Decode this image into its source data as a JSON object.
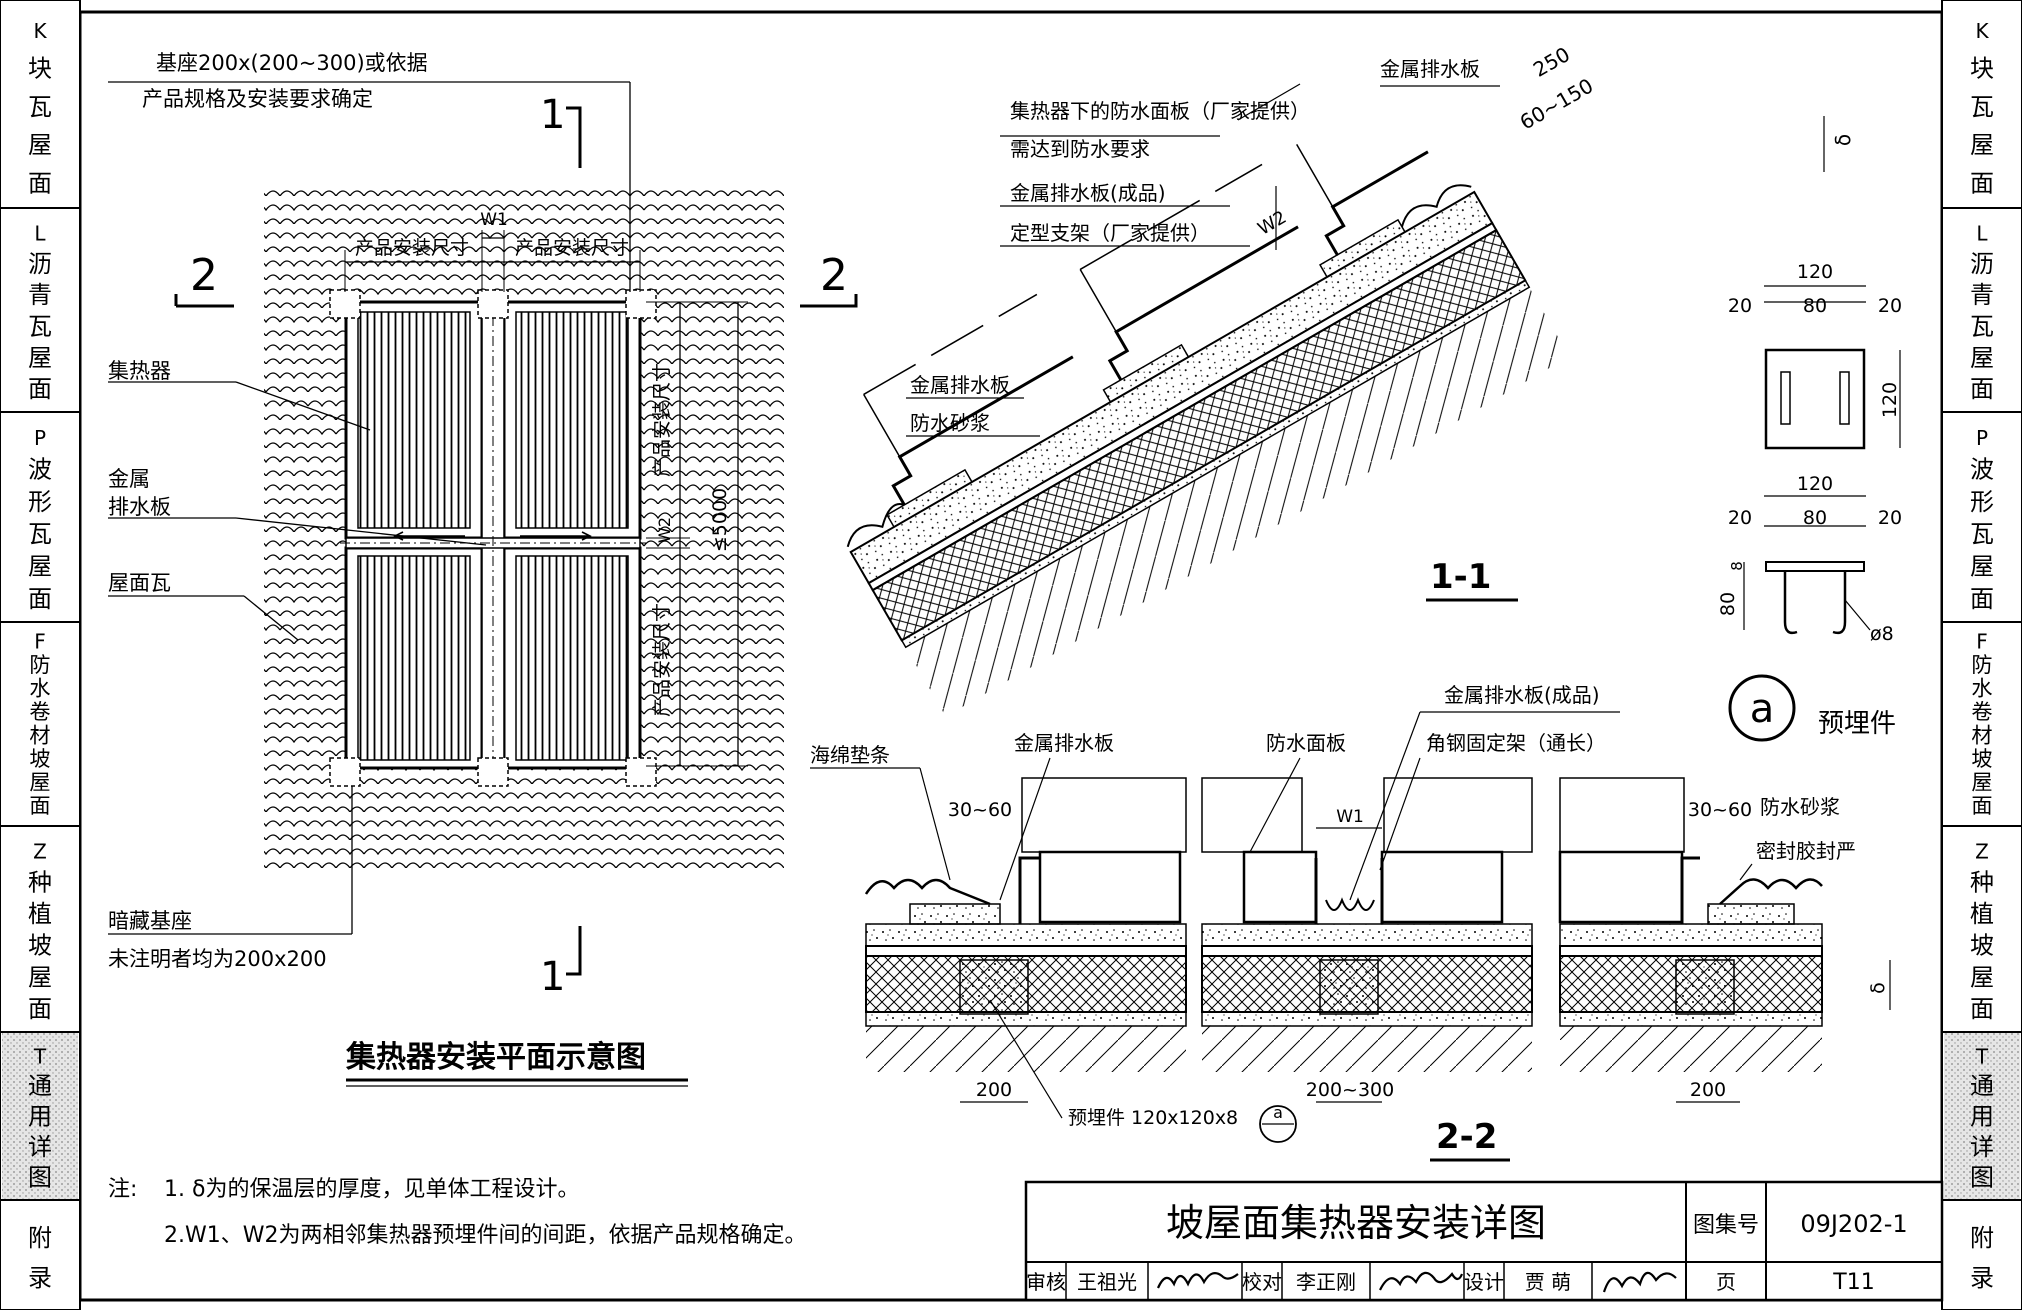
{
  "side_tabs": [
    {
      "code": "K",
      "label": "块瓦屋面"
    },
    {
      "code": "L",
      "label": "沥青瓦屋面"
    },
    {
      "code": "P",
      "label": "波形瓦屋面"
    },
    {
      "code": "F",
      "label": "防水卷材坡屋面"
    },
    {
      "code": "Z",
      "label": "种植坡屋面"
    },
    {
      "code": "T",
      "label": "通用详图"
    },
    {
      "code": "",
      "label": "附录"
    }
  ],
  "plan": {
    "title": "集热器安装平面示意图",
    "note_base_1": "基座200x(200~300)或依据",
    "note_base_2": "产品规格及安装要求确定",
    "label_collector": "集热器",
    "label_metal_1": "金属",
    "label_metal_2": "排水板",
    "label_tile": "屋面瓦",
    "label_hidden_base": "暗藏基座",
    "label_hidden_note": "未注明者均为200x200",
    "dim_w1": "W1",
    "dim_w2": "W2",
    "dim_install_size": "产品安装尺寸",
    "dim_max": "≤5000",
    "sec_mark_1": "1",
    "sec_mark_2": "2"
  },
  "section_1": {
    "title": "1-1",
    "label_metal_drain": "金属排水板",
    "label_panel_1": "集热器下的防水面板（厂家提供）",
    "label_panel_2": "需达到防水要求",
    "label_drain_finished": "金属排水板(成品)",
    "label_bracket": "定型支架（厂家提供）",
    "label_metal_drain_low": "金属排水板",
    "label_mortar": "防水砂浆",
    "dim_w2": "W2",
    "dim_250": "250",
    "dim_60_150": "60~150",
    "dim_delta": "δ"
  },
  "detail_a": {
    "title": "预埋件",
    "mark": "a",
    "dim_120": "120",
    "dim_20": "20",
    "dim_80": "80",
    "dim_8": "8",
    "dim_phi8": "ø8"
  },
  "section_2": {
    "title": "2-2",
    "label_sponge": "海绵垫条",
    "label_metal_drain": "金属排水板",
    "label_panel": "防水面板",
    "label_drain_finished": "金属排水板(成品)",
    "label_angle": "角钢固定架（通长）",
    "label_mortar": "防水砂浆",
    "label_sealant": "密封胶封严",
    "label_embed": "预埋件 120x120x8",
    "embed_ref": "a",
    "dim_30_60": "30~60",
    "dim_w1": "W1",
    "dim_200": "200",
    "dim_200_300": "200~300",
    "dim_delta": "δ"
  },
  "notes": {
    "prefix": "注:",
    "note1": "1. δ为的保温层的厚度，见单体工程设计。",
    "note2": "2.W1、W2为两相邻集热器预埋件间的间距，依据产品规格确定。"
  },
  "title_block": {
    "title": "坡屋面集热器安装详图",
    "atlas_label": "图集号",
    "atlas_no": "09J202-1",
    "review_label": "审核",
    "reviewer": "王祖光",
    "check_label": "校对",
    "checker": "李正刚",
    "design_label": "设计",
    "designer": "贾 萌",
    "page_label": "页",
    "page_no": "T11"
  }
}
